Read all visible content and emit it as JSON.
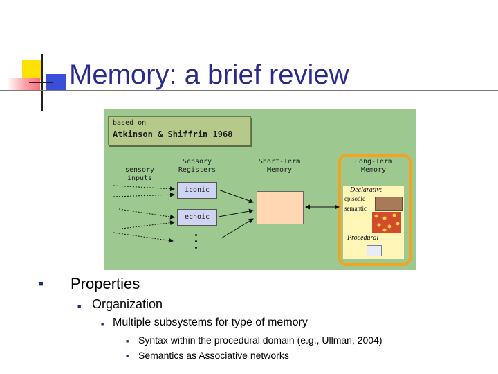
{
  "slide": {
    "title": "Memory: a brief review",
    "bullet_glyph": "■"
  },
  "diagram": {
    "based_on": "based on",
    "citation": "Atkinson & Shiffrin 1968",
    "sensory_inputs": [
      "sensory",
      "inputs"
    ],
    "sensory_registers": [
      "Sensory",
      "Registers"
    ],
    "short_term_memory": [
      "Short-Term",
      "Memory"
    ],
    "long_term_memory": [
      "Long-Term",
      "Memory"
    ],
    "iconic": "iconic",
    "echoic": "echoic",
    "declarative": "Declarative",
    "episodic": "episodic",
    "semantic": "semantic",
    "procedural": "Procedural",
    "colors": {
      "background": "#9dc991",
      "register_box": "#cfd4f2",
      "stm_box": "#ffd7b3",
      "ltm_border": "#f2a321",
      "ltm_fill": "#fff6b8"
    }
  },
  "bullets": {
    "level1": "Properties",
    "level2": "Organization",
    "level3": "Multiple subsystems for type of memory",
    "level4": [
      "Syntax within the procedural domain (e.g., Ullman, 2004)",
      "Semantics as Associative networks"
    ]
  }
}
